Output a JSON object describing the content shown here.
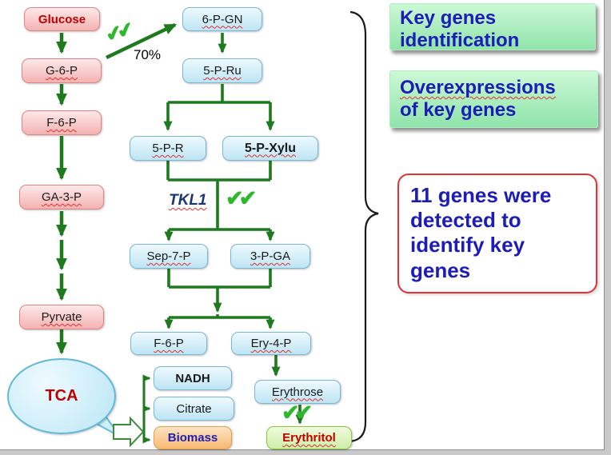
{
  "slide": {
    "checks_glyph": "✔✔",
    "percent_label": "70%",
    "tkl1_label": "TKL1",
    "nodes": {
      "glucose": "Glucose",
      "g6p": "G-6-P",
      "f6p_left": "F-6-P",
      "ga3p": "GA-3-P",
      "pyrvate": "Pyrvate",
      "tca": "TCA",
      "p6gn": "6-P-GN",
      "p5ru": "5-P-Ru",
      "p5r": "5-P-R",
      "p5xylu": "5-P-Xylu",
      "sep7p": "Sep-7-P",
      "p3ga": "3-P-GA",
      "f6p_mid": "F-6-P",
      "ery4p": "Ery-4-P",
      "erythrose": "Erythrose",
      "nadh": "NADH",
      "citrate": "Citrate",
      "biomass": "Biomass",
      "erythritol": "Erythritol"
    },
    "callouts": {
      "key_genes": {
        "lines": [
          "Key genes",
          "identification"
        ]
      },
      "overexpressions": {
        "lines": [
          "Overexpressions",
          "of key genes"
        ]
      },
      "detected": {
        "lines": [
          "11 genes were",
          "detected to",
          "identify key",
          "genes"
        ]
      }
    },
    "colors": {
      "arrow_green": "#1d7a1d",
      "check_green": "#2db82d",
      "pink_node_fill": "#f4b2b2",
      "blue_node_fill": "#bee5f4",
      "orange_node_fill": "#f8b972",
      "green_node_fill": "#cdeeab",
      "callout_green_fill": "#8fe4aa",
      "callout_text_blue": "#1c1cb8",
      "red_border": "#e03333",
      "glucose_text_red": "#c00000"
    }
  }
}
